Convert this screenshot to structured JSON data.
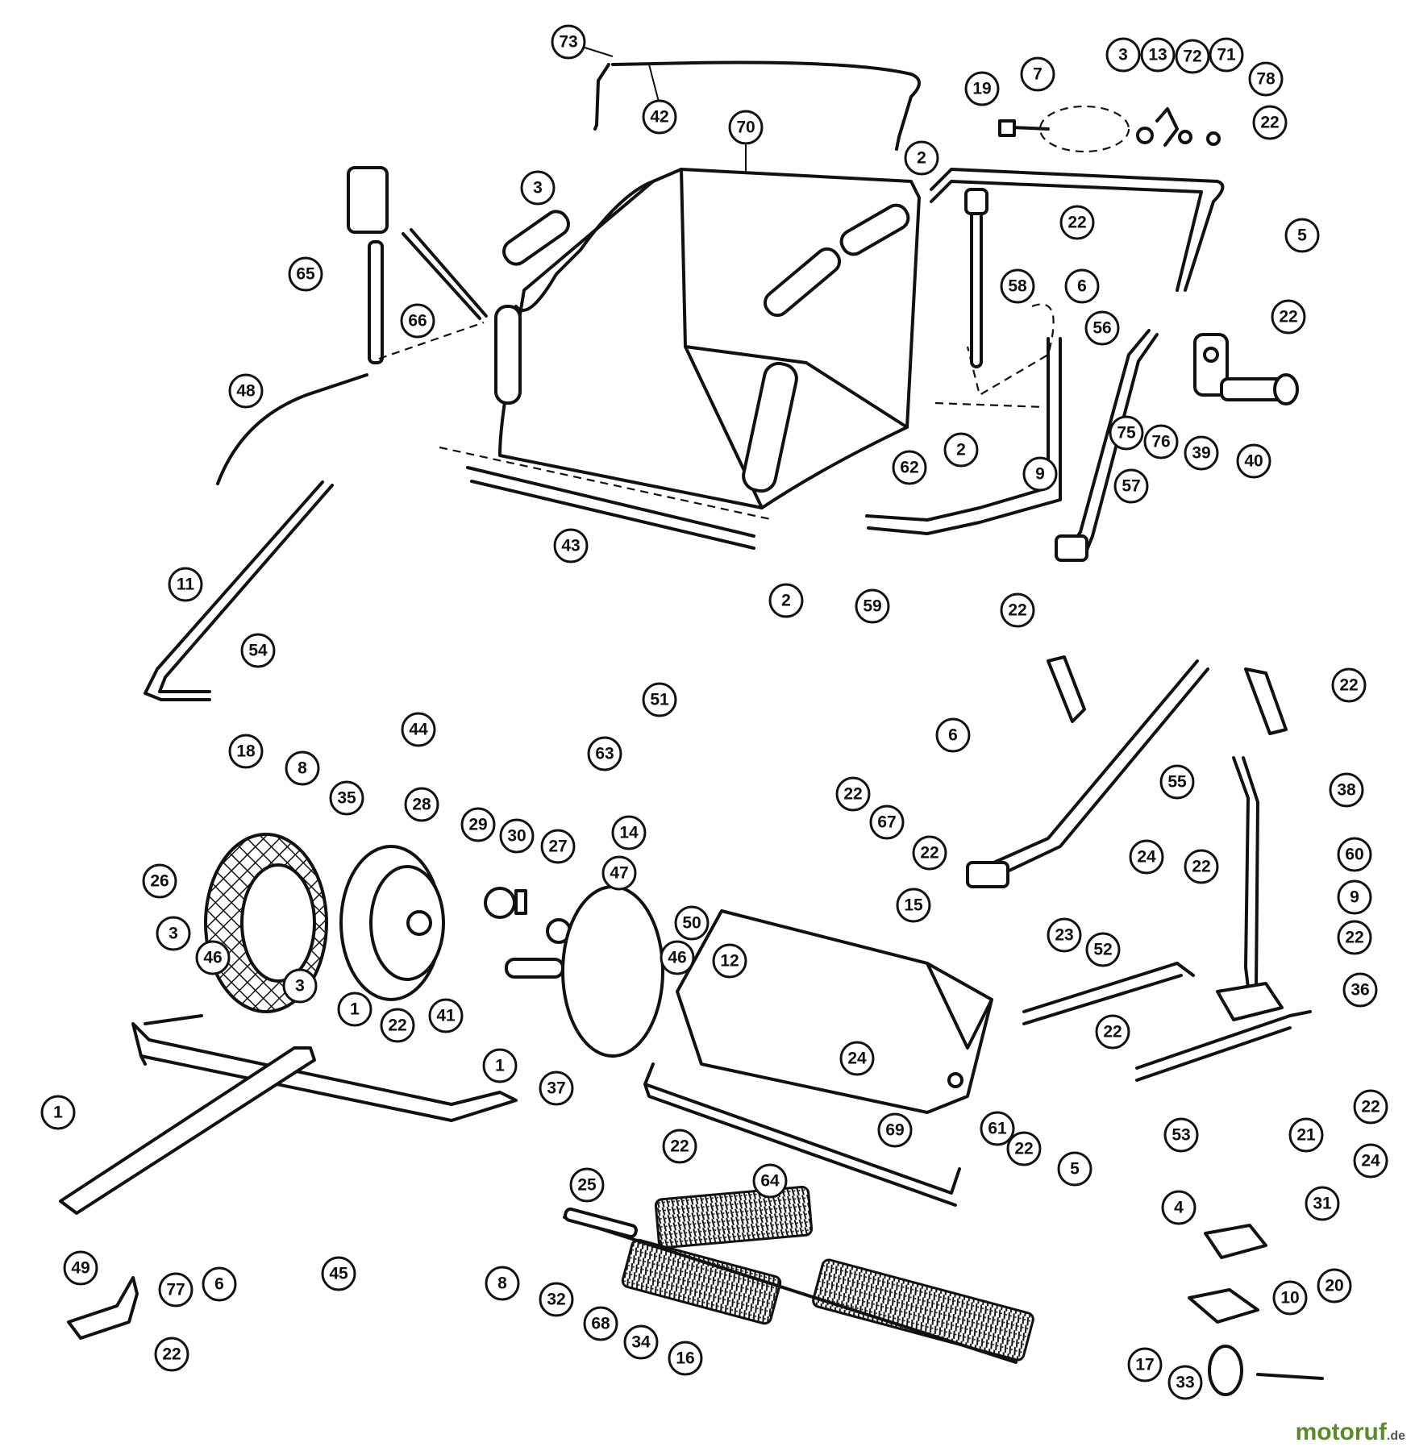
{
  "callouts": {
    "c73": "73",
    "c42": "42",
    "c70": "70",
    "c19": "19",
    "c7": "7",
    "c3a": "3",
    "c13": "13",
    "c72": "72",
    "c71": "71",
    "c78": "78",
    "c22a": "22",
    "c2a": "2",
    "c5a": "5",
    "c3b": "3",
    "c22b": "22",
    "c6a": "6",
    "c22c": "22",
    "c58": "58",
    "c56": "56",
    "c65": "65",
    "c66": "66",
    "c48": "48",
    "c62": "62",
    "c2b": "2",
    "c75": "75",
    "c76": "76",
    "c39": "39",
    "c40": "40",
    "c57": "57",
    "c9a": "9",
    "c43": "43",
    "c2c": "2",
    "c59": "59",
    "c22d": "22",
    "c11": "11",
    "c54": "54",
    "c18": "18",
    "c6b": "6",
    "c22e": "22",
    "c38": "38",
    "c55": "55",
    "c51": "51",
    "c63": "63",
    "c44": "44",
    "c8a": "8",
    "c35": "35",
    "c28": "28",
    "c26": "26",
    "c29": "29",
    "c30": "30",
    "c27": "27",
    "c22f": "22",
    "c67": "67",
    "c14": "14",
    "c47": "47",
    "c22g": "22",
    "c15": "15",
    "c50": "50",
    "c24a": "24",
    "c22h": "22",
    "c60": "60",
    "c9b": "9",
    "c22i": "22",
    "c36": "36",
    "c23": "23",
    "c52": "52",
    "c22j": "22",
    "c24b": "24",
    "c22k": "22",
    "c3c": "3",
    "c46a": "46",
    "c3d": "3",
    "c1a": "1",
    "c22l": "22",
    "c41": "41",
    "c1b": "1",
    "c46b": "46",
    "c12": "12",
    "c37": "37",
    "c24c": "24",
    "c69": "69",
    "c61": "61",
    "c22m": "22",
    "c53": "53",
    "c24d": "24",
    "c1c": "1",
    "c22n": "22",
    "c64": "64",
    "c5b": "5",
    "c21": "21",
    "c4": "4",
    "c31": "31",
    "c49": "49",
    "c6c": "6",
    "c45": "45",
    "c8b": "8",
    "c25": "25",
    "c32": "32",
    "c68": "68",
    "c34": "34",
    "c16": "16",
    "c10": "10",
    "c20": "20",
    "c77": "77",
    "c22o": "22",
    "c17": "17",
    "c33": "33"
  },
  "watermark": {
    "brand": "motoruf",
    "suffix": ".de"
  }
}
